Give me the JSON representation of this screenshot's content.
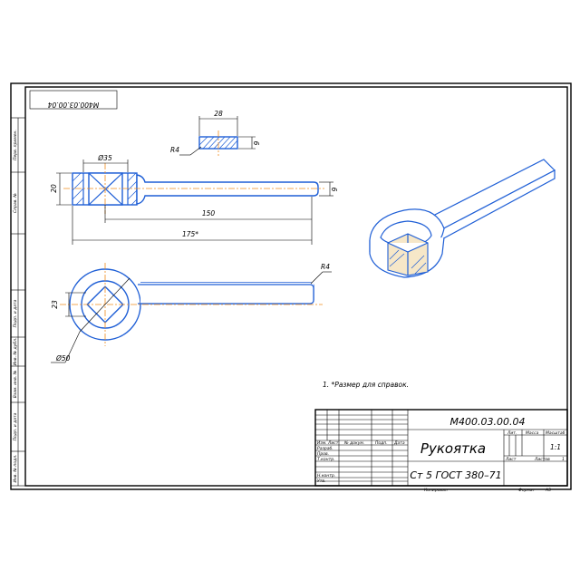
{
  "title_block": {
    "designation": "М400.03.00.04",
    "part_name": "Рукоятка",
    "material": "Ст 5 ГОСТ 380–71",
    "scale": "1:1",
    "sheet_label": "Лист",
    "sheets_label": "Листов",
    "sheets_count": "1",
    "col_lit": "Лит.",
    "col_mass": "Масса",
    "col_scale": "Масштаб",
    "col_change": "Изм.",
    "col_sheet": "Лист",
    "col_doc": "№ докум.",
    "col_sign": "Подп.",
    "col_date": "Дата",
    "row_developed": "Разраб.",
    "row_checked": "Пров.",
    "row_tcontrol": "Т.контр.",
    "row_ncontrol": "Н.контр.",
    "row_approved": "Утв.",
    "copied": "Копировал",
    "format_label": "Формат",
    "format_value": "A3"
  },
  "top_stamp": "М400.03.00.04",
  "side_labels": [
    "Перв. примен.",
    "Справ. №",
    "Подп. и дата",
    "Инв. № дубл.",
    "Взам. инв. №",
    "Подп. и дата",
    "Инв. № подл."
  ],
  "dimensions": {
    "width_28": "28",
    "radius_r4_top": "R4",
    "thickness_9_top": "9",
    "diameter_35": "Ø35",
    "height_20": "20",
    "thickness_9": "9",
    "length_150": "150",
    "length_175": "175*",
    "radius_r4": "R4",
    "width_23": "23",
    "diameter_50": "Ø50"
  },
  "notes": [
    "1. *Размер для справок."
  ]
}
